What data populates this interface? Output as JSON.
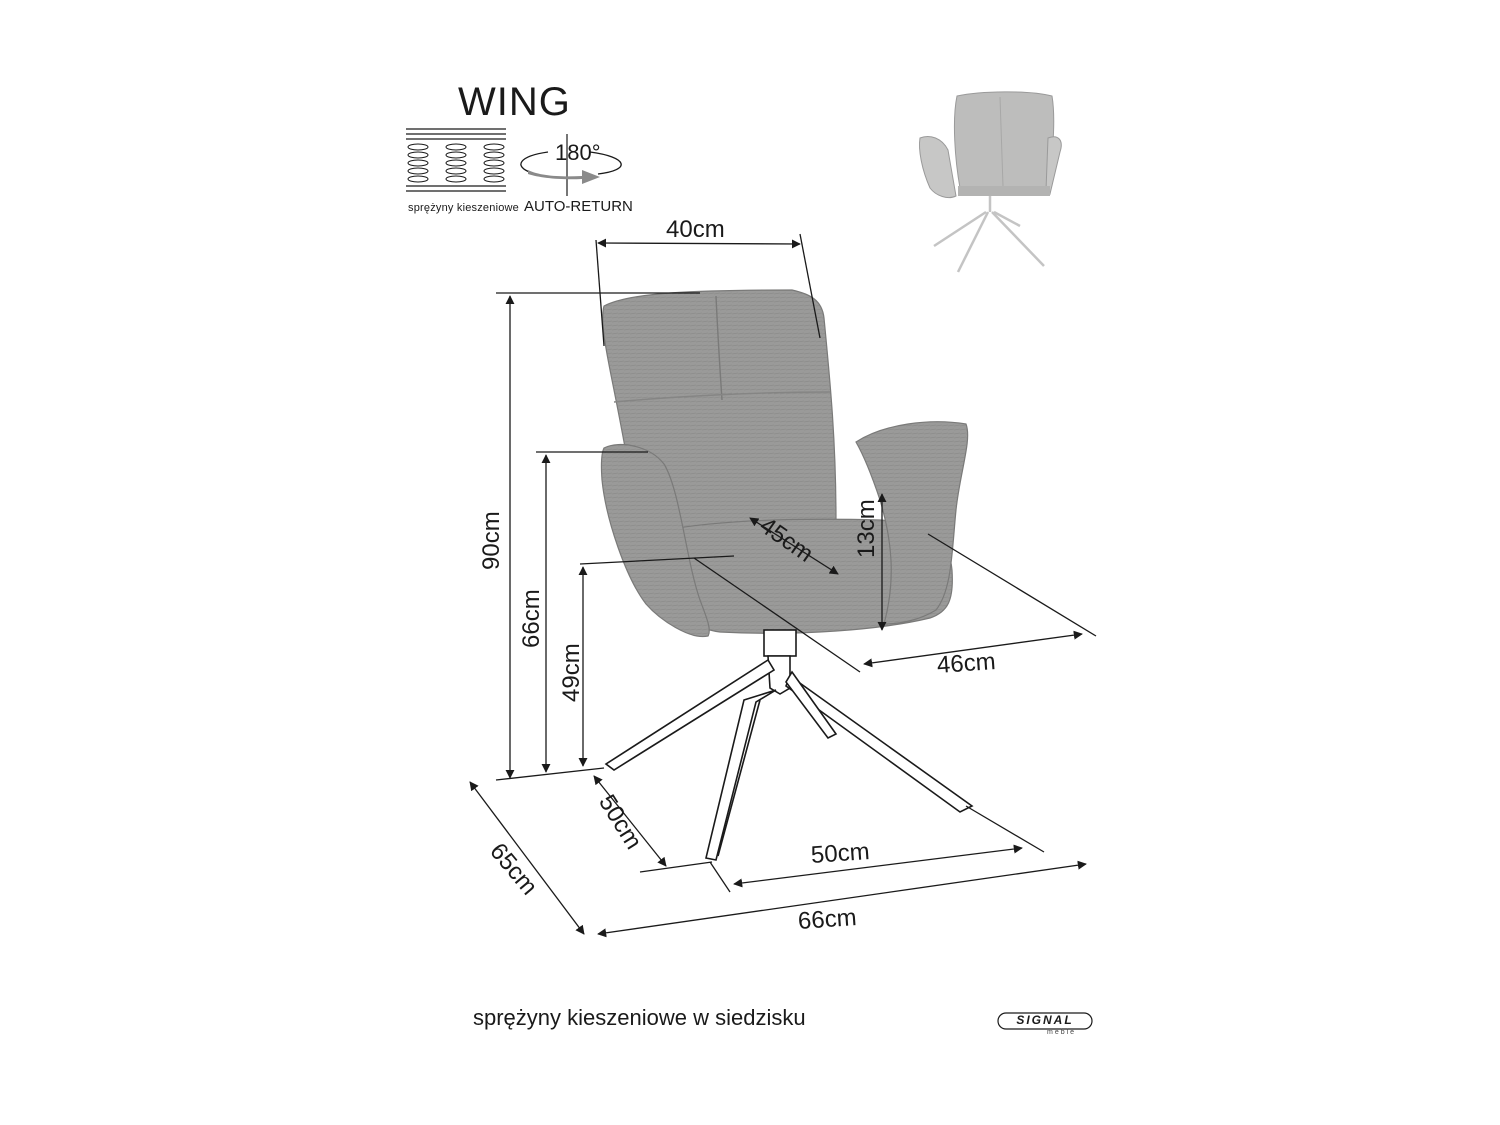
{
  "product": {
    "name": "WING"
  },
  "icons": {
    "springs_caption": "sprężyny kieszeniowe",
    "rotation_degrees": "180°",
    "auto_return_caption": "AUTO-RETURN"
  },
  "dimensions": {
    "width_back": "40cm",
    "height_total": "90cm",
    "height_armrest": "66cm",
    "height_seat": "49cm",
    "armrest_above_seat": "13cm",
    "seat_depth": "45cm",
    "seat_width": "46cm",
    "base_depth": "50cm",
    "base_width": "50cm",
    "depth_total": "65cm",
    "width_total": "66cm"
  },
  "footer": {
    "caption": "sprężyny kieszeniowe w siedzisku"
  },
  "brand": {
    "logo_text": "SIGNAL",
    "logo_subtext": "meble"
  },
  "colors": {
    "upholstery": "#9a9a99",
    "upholstery_dark": "#7e7e7d",
    "line": "#1a1a1a",
    "thumbnail": "#bdbdbc"
  }
}
